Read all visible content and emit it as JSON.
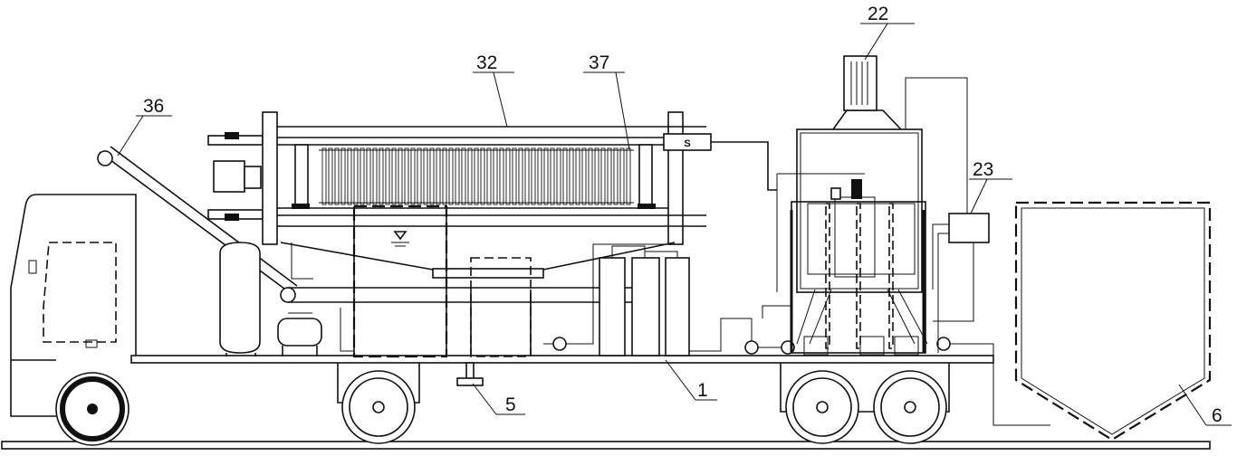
{
  "labels": {
    "l1": "1",
    "l5": "5",
    "l6": "6",
    "l22": "22",
    "l23": "23",
    "l32": "32",
    "l36": "36",
    "l37": "37"
  },
  "sensor_mark": "S"
}
